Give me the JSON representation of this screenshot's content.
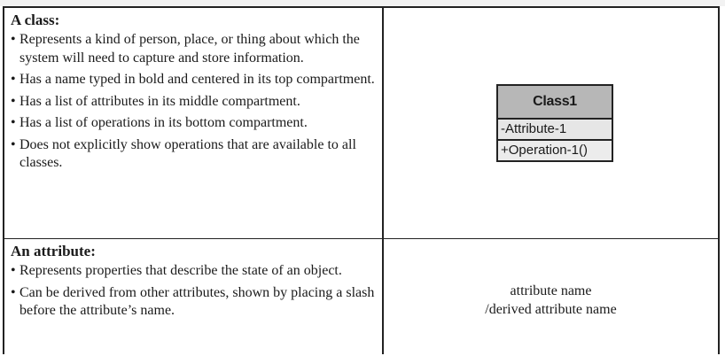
{
  "table": {
    "rows": [
      {
        "heading": "A class:",
        "bullets": [
          "Represents a kind of person, place, or thing about which the system will need to capture and store information.",
          "Has a name typed in bold and centered in its top compartment.",
          "Has a list of attributes in its middle compartment.",
          "Has a list of operations in its bottom compartment.",
          "Does not explicitly show operations that are available to all classes."
        ],
        "uml": {
          "name": "Class1",
          "attribute": "-Attribute-1",
          "operation": "+Operation-1()"
        }
      },
      {
        "heading": "An attribute:",
        "bullets": [
          "Represents properties that describe the state of an object.",
          "Can be derived from other attributes, shown by placing a slash before the attribute’s name."
        ],
        "example_lines": [
          "attribute name",
          "/derived attribute name"
        ]
      }
    ]
  }
}
